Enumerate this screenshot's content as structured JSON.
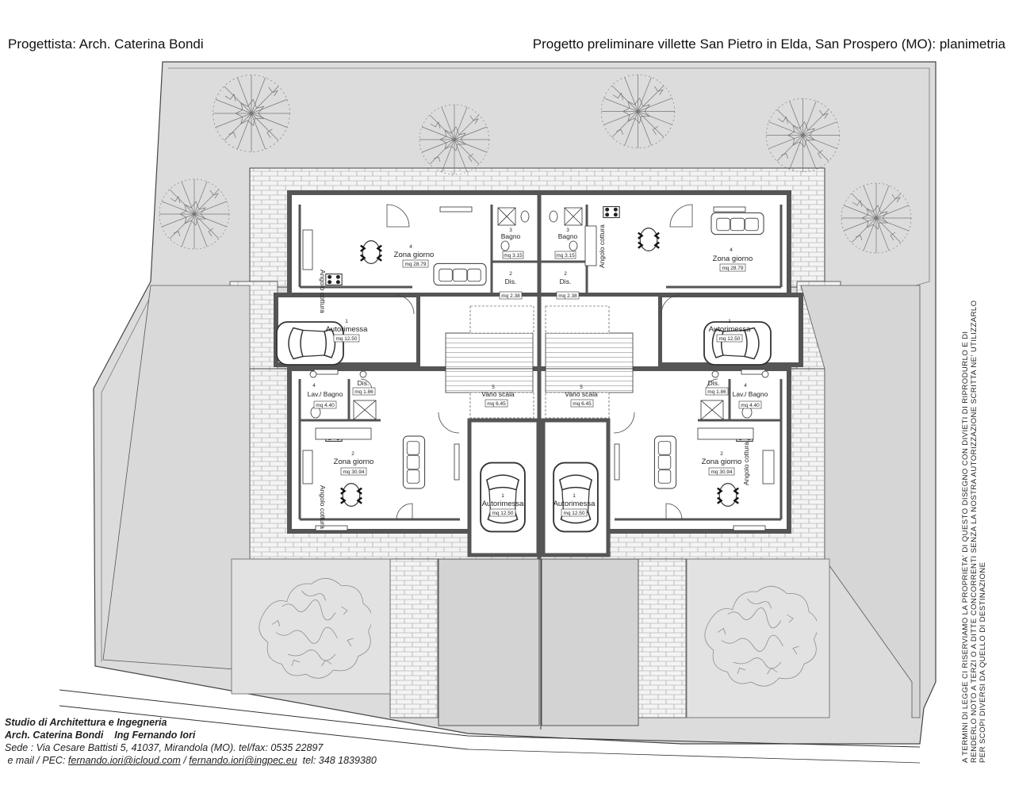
{
  "header": {
    "left": "Progettista: Arch. Caterina Bondi",
    "right": "Progetto preliminare villette San Pietro in Elda, San Prospero (MO): planimetria"
  },
  "rooms": {
    "zona_giorno": "Zona giorno",
    "angolo_cottura": "Angolo cottura",
    "bagno": "Bagno",
    "dis": "Dis.",
    "autorimessa": "Autorimessa",
    "lav_bagno": "Lav./ Bagno",
    "vano_scala": "Vano scala"
  },
  "areas": {
    "zg_top": "mq 28.79",
    "bagno_top": "mq 3.15",
    "dis_top": "mq 2.38",
    "auto_side": "mq 12.50",
    "dis_bottom": "mq 1.86",
    "lav_bottom": "mq 4.40",
    "zg_bottom": "mq 30.94",
    "vano_scala": "mq 6.45",
    "auto_center": "mq 12.50"
  },
  "room_numbers": {
    "n1": "1",
    "n2": "2",
    "n3": "3",
    "n4": "4",
    "n5": "5"
  },
  "studio": {
    "line1": "Studio di Architettura e Ingegneria",
    "name_caterina": "Arch. Caterina Bondi",
    "name_fernando": "Ing Fernando Iori",
    "line3": "Sede : Via Cesare Battisti 5, 41037, Mirandola (MO). tel/fax: 0535 22897",
    "mail_label": "e mail / PEC:",
    "email1": "fernando.iori@icloud.com",
    "sep": "/",
    "email2": "fernando.iori@ingpec.eu",
    "tel": "tel: 348 1839380"
  },
  "legal_note": "A TERMINI DI LEGGE CI RISERVIAMO LA PROPRIETA' DI QUESTO DISEGNO CON DIVIETI DI RIPRODURLO E DI RENDERLO NOTO A TERZI O A DITTE CONCORRENTI SENZA LA NOSTRA AUTORIZZAZIONE SCRITTA NE' UTILIZZARLO PER SCOPI DIVERSI DA QUELLO DI DESTINAZIONE",
  "colors": {
    "ground": "#dcdcdc",
    "paving": "#f2f2f2",
    "wall": "#6e6e6e",
    "line": "#333333"
  }
}
